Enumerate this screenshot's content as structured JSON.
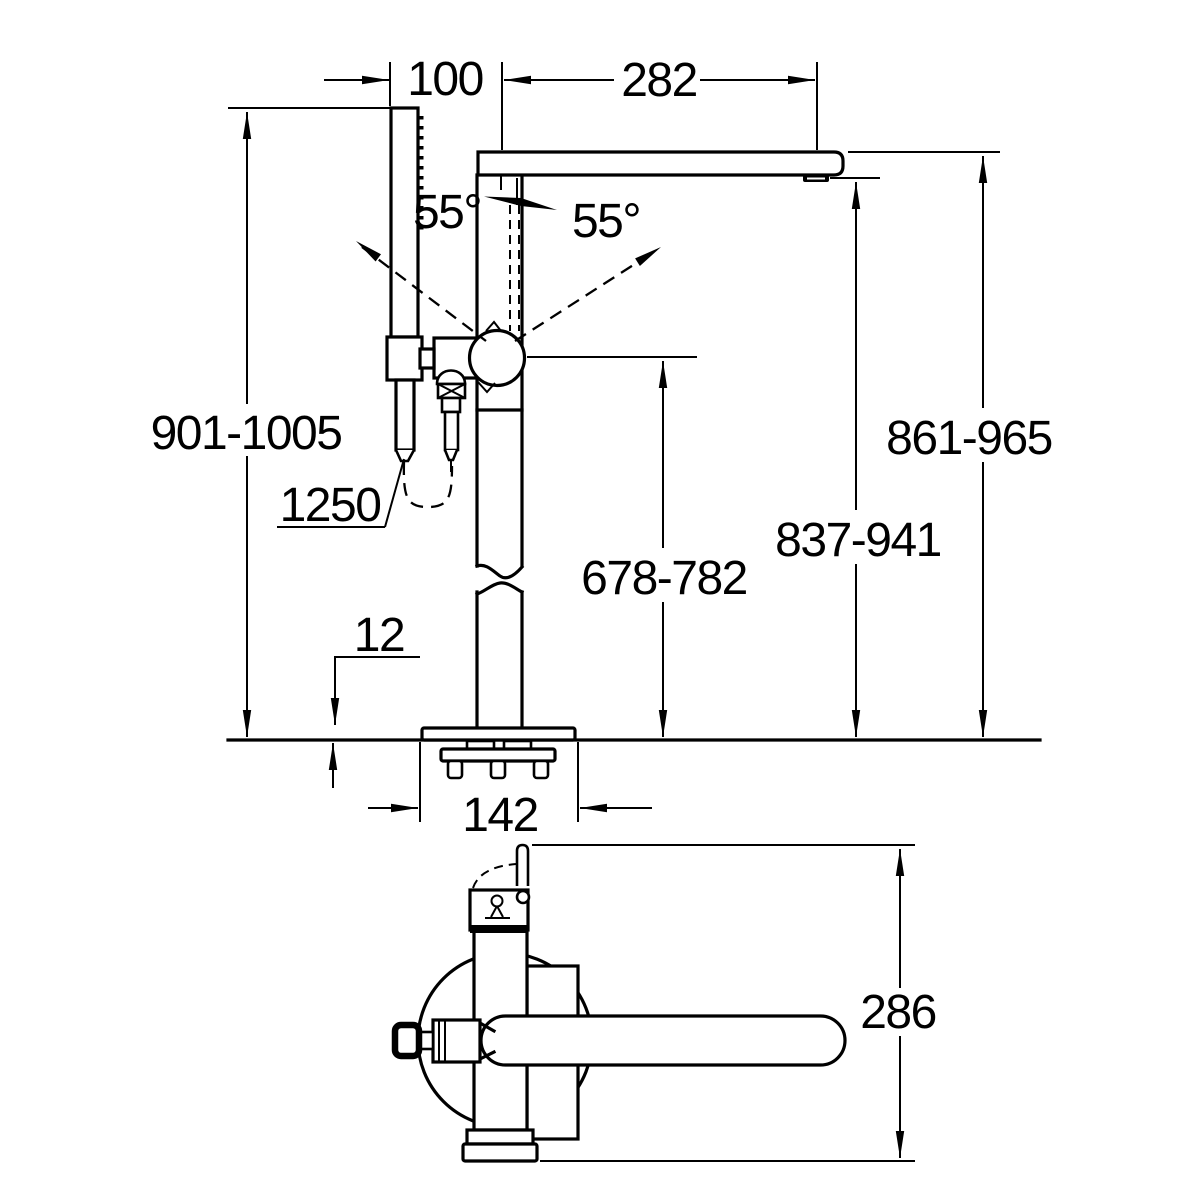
{
  "diagram": {
    "description": "Technical dimensional drawing of a floor-standing bath mixer tap with hand shower, front view and plan view",
    "units_note": "",
    "dimensions": {
      "handshower_offset": "100",
      "spout_reach": "282",
      "swivel_angle_left": "55°",
      "swivel_angle_right": "55°",
      "overall_height_range": "901-1005",
      "spout_top_height_range": "861-965",
      "spout_outlet_height_range": "837-941",
      "handle_height_range": "678-782",
      "hose_length": "1250",
      "base_plate_height": "12",
      "base_plate_width": "142",
      "plan_depth": "286"
    },
    "colors": {
      "line": "#000000",
      "background": "#ffffff"
    }
  }
}
